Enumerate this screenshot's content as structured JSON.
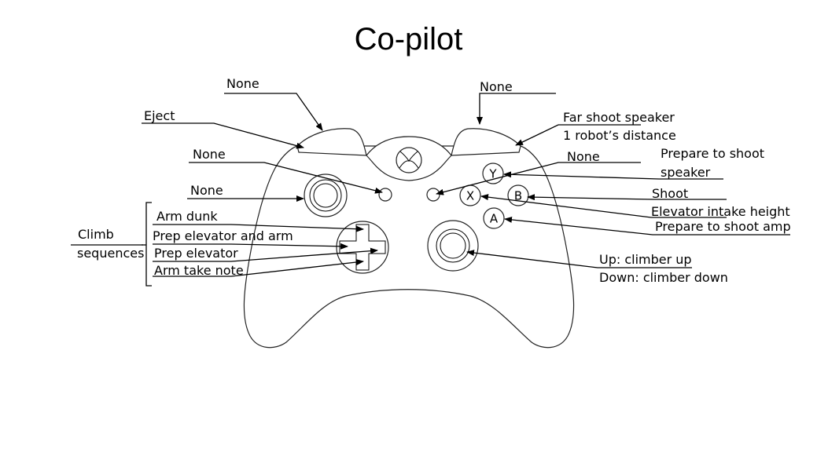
{
  "title": "Co-pilot",
  "labels": {
    "none_lb": "None",
    "none_rb": "None",
    "eject": "Eject",
    "far_shoot_1": "Far shoot speaker",
    "far_shoot_2": "1 robot’s distance",
    "none_view": "None",
    "none_menu": "None",
    "prepare_speaker_1": "Prepare to shoot",
    "prepare_speaker_2": "speaker",
    "none_lstick": "None",
    "shoot": "Shoot",
    "elevator_intake": "Elevator intake height",
    "prepare_amp": "Prepare to shoot amp",
    "climb_1": "Climb",
    "climb_2": "sequences",
    "arm_dunk": "Arm dunk",
    "prep_elev_arm": "Prep elevator and arm",
    "prep_elev": "Prep elevator",
    "arm_take_note": "Arm take note",
    "rstick_up": "Up: climber up",
    "rstick_down": "Down: climber down"
  },
  "buttons": {
    "y": "Y",
    "x": "X",
    "b": "B",
    "a": "A"
  }
}
